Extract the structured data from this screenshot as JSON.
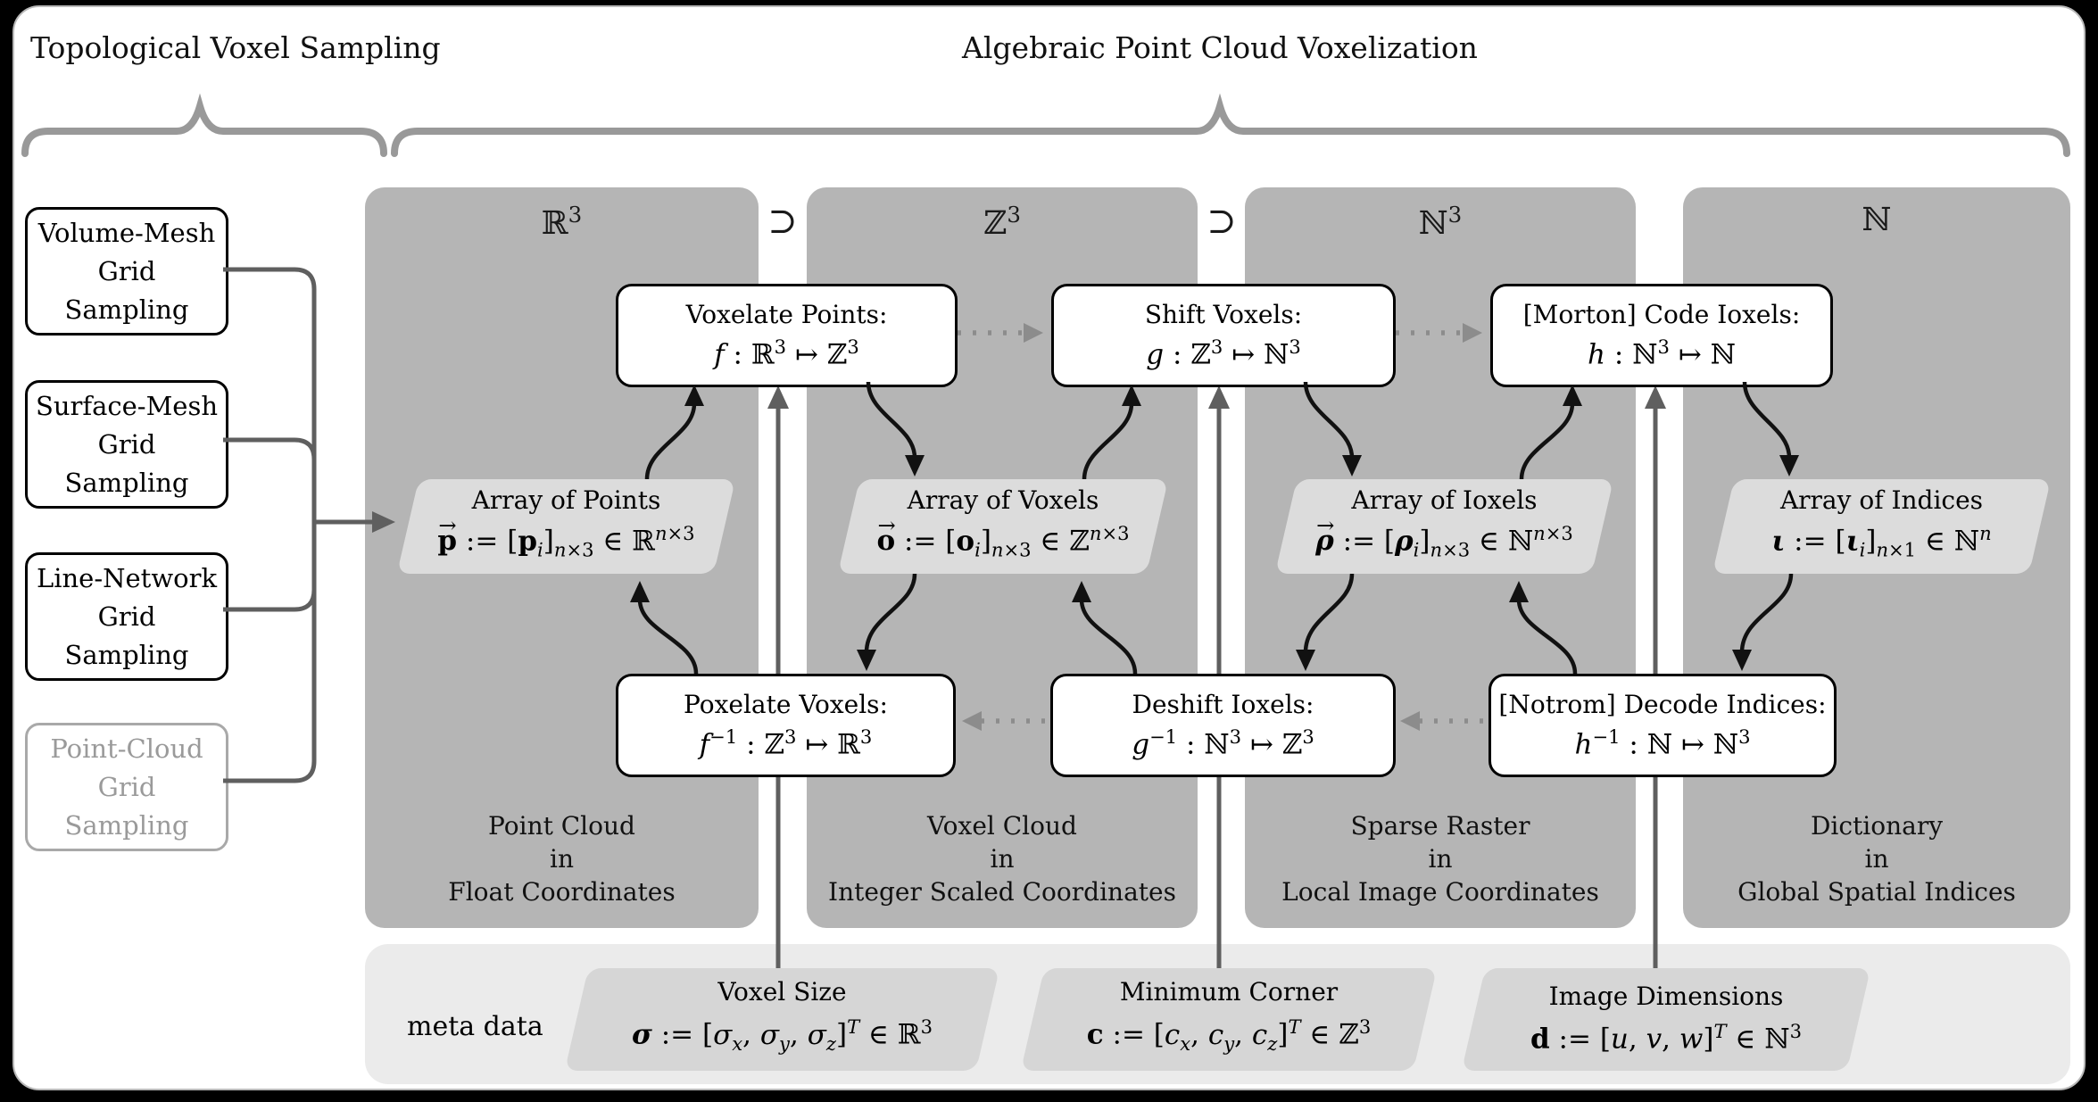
{
  "titles": {
    "left": "Topological Voxel Sampling",
    "right": "Algebraic Point Cloud Voxelization"
  },
  "subset_symbol": "⊃",
  "sampling": [
    {
      "line1": "Volume-Mesh",
      "line2": "Grid",
      "line3": "Sampling",
      "disabled": false
    },
    {
      "line1": "Surface-Mesh",
      "line2": "Grid",
      "line3": "Sampling",
      "disabled": false
    },
    {
      "line1": "Line-Network",
      "line2": "Grid",
      "line3": "Sampling",
      "disabled": false
    },
    {
      "line1": "Point-Cloud",
      "line2": "Grid",
      "line3": "Sampling",
      "disabled": true
    }
  ],
  "panels": [
    {
      "domain_html": "ℝ<sup>3</sup>",
      "array_title": "Array of Points",
      "array_formula_html": "<span class='vec'><span class='vecarr'>→</span><b>p</b></span> := [<b>p</b><sub><i>i</i></sub>]<sub><i>n</i>×3</sub> ∈ ℝ<sup><i>n</i>×3</sup>",
      "footer1": "Point Cloud",
      "footer2": "in",
      "footer3": "Float Coordinates"
    },
    {
      "domain_html": "ℤ<sup>3</sup>",
      "array_title": "Array of Voxels",
      "array_formula_html": "<span class='vec'><span class='vecarr'>→</span><b>o</b></span> := [<b>o</b><sub><i>i</i></sub>]<sub><i>n</i>×3</sub> ∈ ℤ<sup><i>n</i>×3</sup>",
      "footer1": "Voxel Cloud",
      "footer2": "in",
      "footer3": "Integer Scaled Coordinates"
    },
    {
      "domain_html": "ℕ<sup>3</sup>",
      "array_title": "Array of Ioxels",
      "array_formula_html": "<span class='vec'><span class='vecarr'>→</span><b><i>ρ</i></b></span> := [<b><i>ρ</i></b><sub><i>i</i></sub>]<sub><i>n</i>×3</sub> ∈ ℕ<sup><i>n</i>×3</sup>",
      "footer1": "Sparse Raster",
      "footer2": "in",
      "footer3": "Local Image Coordinates"
    },
    {
      "domain_html": "ℕ",
      "array_title": "Array of Indices",
      "array_formula_html": "<b><i>ι</i></b> := [<b><i>ι</i></b><sub><i>i</i></sub>]<sub><i>n</i>×1</sub> ∈ ℕ<sup><i>n</i></sup>",
      "footer1": "Dictionary",
      "footer2": "in",
      "footer3": "Global Spatial Indices"
    }
  ],
  "functions_top": [
    {
      "title": "Voxelate Points:",
      "formula_html": "<i>f</i> : ℝ<sup>3</sup> ↦ ℤ<sup>3</sup>"
    },
    {
      "title": "Shift Voxels:",
      "formula_html": "<i>g</i> : ℤ<sup>3</sup> ↦ ℕ<sup>3</sup>"
    },
    {
      "title": "[Morton] Code Ioxels:",
      "formula_html": "<i>h</i> : ℕ<sup>3</sup> ↦ ℕ"
    }
  ],
  "functions_bottom": [
    {
      "title": "Poxelate Voxels:",
      "formula_html": "<i>f</i><sup>−1</sup> : ℤ<sup>3</sup> ↦ ℝ<sup>3</sup>"
    },
    {
      "title": "Deshift Ioxels:",
      "formula_html": "<i>g</i><sup>−1</sup> : ℕ<sup>3</sup> ↦ ℤ<sup>3</sup>"
    },
    {
      "title": "[Notrom] Decode Indices:",
      "formula_html": "<i>h</i><sup>−1</sup> : ℕ ↦ ℕ<sup>3</sup>"
    }
  ],
  "meta": {
    "label": "meta data",
    "items": [
      {
        "title": "Voxel Size",
        "formula_html": "<b><i>σ</i></b> := [<i>σ<sub>x</sub></i>, <i>σ<sub>y</sub></i>, <i>σ<sub>z</sub></i>]<sup><i>T</i></sup> ∈ ℝ<sup>3</sup>"
      },
      {
        "title": "Minimum Corner",
        "formula_html": "<b>c</b> := [<i>c<sub>x</sub></i>, <i>c<sub>y</sub></i>, <i>c<sub>z</sub></i>]<sup><i>T</i></sup> ∈ ℤ<sup>3</sup>"
      },
      {
        "title": "Image Dimensions",
        "formula_html": "<b>d</b> := [<i>u</i>, <i>v</i>, <i>w</i>]<sup><i>T</i></sup> ∈ ℕ<sup>3</sup>"
      }
    ]
  },
  "colors": {
    "background": "#000000",
    "sheet": "#ffffff",
    "panel_gray": "#b5b5b5",
    "array_gray": "#dcdcdc",
    "meta_bar": "#ebebeb",
    "meta_item": "#d6d6d6",
    "brace_gray": "#999999",
    "line_gray": "#5f5f5f",
    "dotted_gray": "#8c8c8c",
    "arrow_black": "#111111",
    "disabled_gray": "#9a9a9a"
  }
}
